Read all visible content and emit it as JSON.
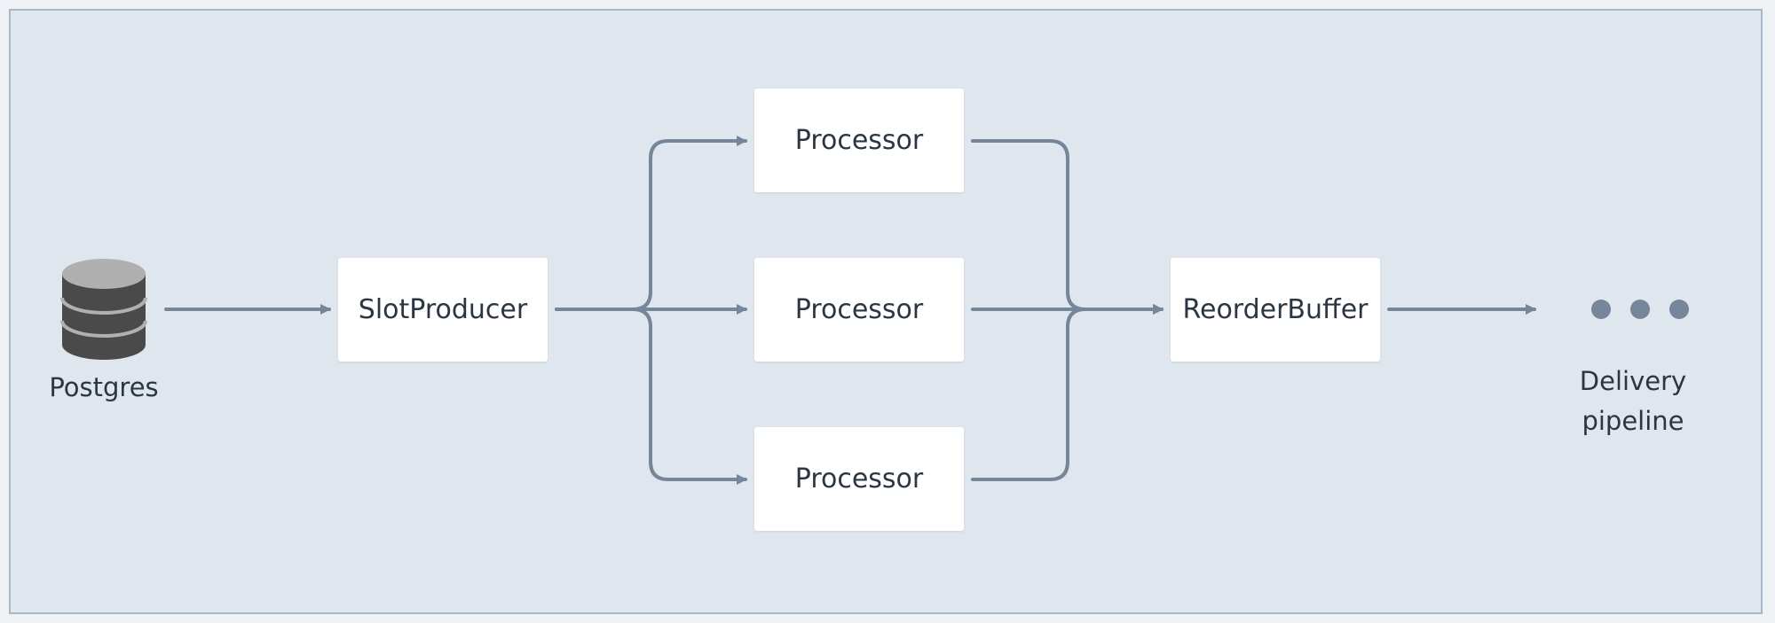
{
  "diagram": {
    "source": {
      "label": "Postgres",
      "icon": "database-icon"
    },
    "producer": {
      "label": "SlotProducer"
    },
    "processors": [
      {
        "label": "Processor"
      },
      {
        "label": "Processor"
      },
      {
        "label": "Processor"
      }
    ],
    "buffer": {
      "label": "ReorderBuffer"
    },
    "sink": {
      "label_line1": "Delivery",
      "label_line2": "pipeline",
      "icon": "ellipsis-icon"
    }
  },
  "colors": {
    "background": "#e0e6ee",
    "border": "#a9b8c6",
    "connector": "#76869a",
    "node_fill": "#ffffff",
    "text": "#2b3642",
    "database_icon": "#4a4a4a"
  }
}
